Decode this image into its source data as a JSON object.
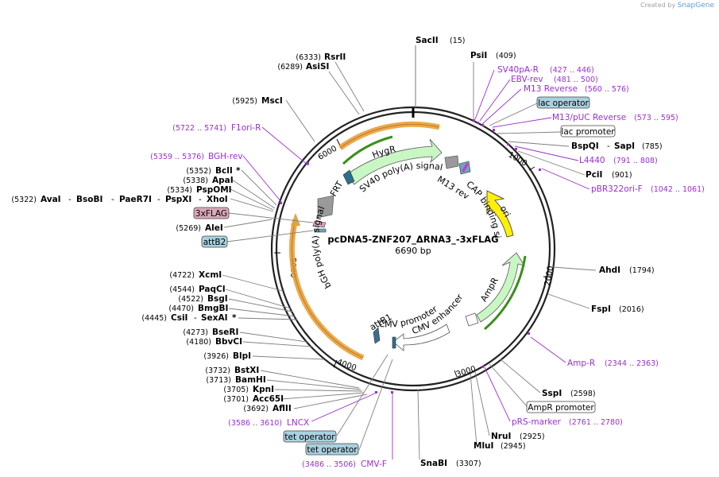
{
  "watermark": {
    "prefix": "Created by",
    "brand": "SnapGene"
  },
  "plasmid": {
    "name": "pcDNA5-ZNF207_ΔRNA3_-3xFLAG",
    "size": "6690 bp"
  },
  "ticks": [
    "1000",
    "2000",
    "3000",
    "4000",
    "5000",
    "6000"
  ],
  "colors": {
    "enzyme": "#000000",
    "primer": "#9a2fd0",
    "line": "#7f7f7f"
  },
  "top_right_enzymes": [
    {
      "name": "SacII",
      "pos": "(15)"
    },
    {
      "name": "PsiI",
      "pos": "(409)"
    }
  ],
  "right_labels": {
    "sv40pa_r": {
      "name": "SV40pA-R",
      "pos": "(427 .. 446)"
    },
    "ebv_rev": {
      "name": "EBV-rev",
      "pos": "(481 .. 500)"
    },
    "m13_reverse": {
      "name": "M13 Reverse",
      "pos": "(560 .. 576)"
    },
    "lac_operator": "lac operator",
    "m13_puc_reverse": {
      "name": "M13/pUC Reverse",
      "pos": "(573 .. 595)"
    },
    "lac_promoter": "lac promoter",
    "bspqi": {
      "name": "BspQI",
      "sep": "-",
      "name2": "SapI",
      "pos": "(785)"
    },
    "l4440": {
      "name": "L4440",
      "pos": "(791 .. 808)"
    },
    "pcii": {
      "name": "PciI",
      "pos": "(901)"
    },
    "pbr322ori": {
      "name": "pBR322ori-F",
      "pos": "(1042 .. 1061)"
    },
    "ahdi": {
      "name": "AhdI",
      "pos": "(1794)"
    },
    "fspi": {
      "name": "FspI",
      "pos": "(2016)"
    },
    "amp_r": {
      "name": "Amp-R",
      "pos": "(2344 .. 2363)"
    },
    "sspi": {
      "name": "SspI",
      "pos": "(2598)"
    },
    "ampr_promoter": "AmpR promoter",
    "prs_marker": {
      "name": "pRS-marker",
      "pos": "(2761 .. 2780)"
    },
    "nrui": {
      "name": "NruI",
      "pos": "(2925)"
    },
    "mlui": {
      "name": "MluI",
      "pos": "(2945)"
    },
    "snabi": {
      "name": "SnaBI",
      "pos": "(3307)"
    }
  },
  "left_labels": {
    "rsrii": {
      "pos": "(6333)",
      "name": "RsrII"
    },
    "asisi": {
      "pos": "(6289)",
      "name": "AsiSI"
    },
    "msci": {
      "pos": "(5925)",
      "name": "MscI"
    },
    "f1ori_r": {
      "pos": "(5722 .. 5741)",
      "name": "F1ori-R"
    },
    "bgh_rev": {
      "pos": "(5359 .. 5376)",
      "name": "BGH-rev"
    },
    "bcli": {
      "pos": "(5352)",
      "name": "BclI",
      "star": "*"
    },
    "apai": {
      "pos": "(5338)",
      "name": "ApaI"
    },
    "pspomi": {
      "pos": "(5334)",
      "name": "PspOMI"
    },
    "avai_row": {
      "pos": "(5322)",
      "names": [
        "AvaI",
        "BsoBI",
        "PaeR7I",
        "PspXI",
        "XhoI"
      ]
    },
    "three_flag": "3xFLAG",
    "alei": {
      "pos": "(5269)",
      "name": "AleI"
    },
    "attb2": "attB2",
    "xcmi": {
      "pos": "(4722)",
      "name": "XcmI"
    },
    "paqci": {
      "pos": "(4544)",
      "name": "PaqCI"
    },
    "bsgi": {
      "pos": "(4522)",
      "name": "BsgI"
    },
    "bmgbi": {
      "pos": "(4470)",
      "name": "BmgBI"
    },
    "csii": {
      "pos": "(4445)",
      "name": "CsiI",
      "sep": "-",
      "name2": "SexAI",
      "star": "*"
    },
    "bseri": {
      "pos": "(4273)",
      "name": "BseRI"
    },
    "bbvci": {
      "pos": "(4180)",
      "name": "BbvCI"
    },
    "blpi": {
      "pos": "(3926)",
      "name": "BlpI"
    },
    "bstxi": {
      "pos": "(3732)",
      "name": "BstXI"
    },
    "bamhi": {
      "pos": "(3713)",
      "name": "BamHI"
    },
    "kpni": {
      "pos": "(3705)",
      "name": "KpnI"
    },
    "acc65i": {
      "pos": "(3701)",
      "name": "Acc65I"
    },
    "aflii": {
      "pos": "(3692)",
      "name": "AflII"
    },
    "lncx": {
      "pos": "(3586 .. 3610)",
      "name": "LNCX"
    },
    "tet_operator_1": "tet operator",
    "tet_operator_2": "tet operator",
    "cmv_f": {
      "pos": "(3486 .. 3506)",
      "name": "CMV-F"
    }
  },
  "features": {
    "hygr": "HygR",
    "sv40_polya": "SV40 poly(A) signal",
    "m13_rev": "M13 rev",
    "cap_site": "CAP binding site",
    "ori": "ori",
    "ampr": "AmpR",
    "cmv_enhancer": "CMV enhancer",
    "cmv_promoter": "CMV promoter",
    "attb1": "attB1",
    "bgh_polya": "bGH poly(A) signal",
    "frt": "FRT"
  }
}
